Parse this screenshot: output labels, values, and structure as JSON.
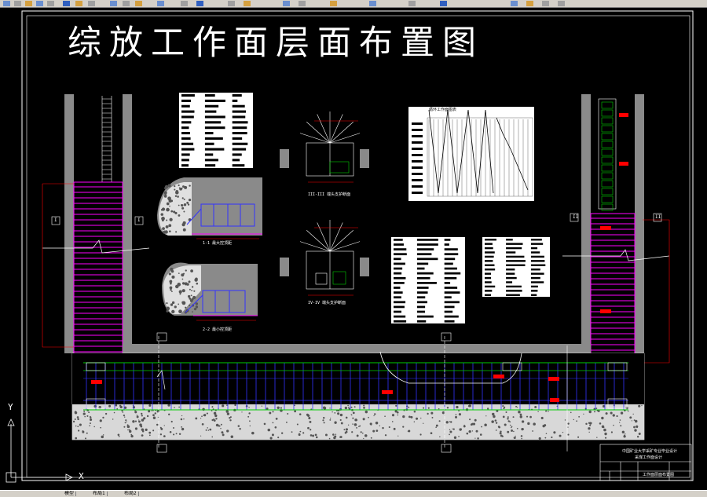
{
  "drawing": {
    "title": "综放工作面层面布置图",
    "ucs_labels": {
      "y": "Y",
      "x": "X"
    },
    "section_labels": [
      "I",
      "I",
      "II",
      "II"
    ],
    "dims": [
      "1-1 最大控顶距",
      "2-2 最小控顶距",
      "III-III 端头支护断面",
      "IV-IV 端头支护断面",
      "循环工作面图表"
    ],
    "title_block": {
      "line1": "中国矿业大学采矿专业毕业设计",
      "line2": "采煤工作面设计",
      "drawing_name": "工作面层面布置图"
    }
  },
  "colors": {
    "background": "#000000",
    "magenta": "#ff00ff",
    "blue": "#3333ff",
    "green": "#00cc00",
    "red": "#ff0000",
    "gray": "#808080"
  },
  "statusbar": {
    "tabs": [
      "模型",
      "布局1",
      "布局2"
    ]
  }
}
